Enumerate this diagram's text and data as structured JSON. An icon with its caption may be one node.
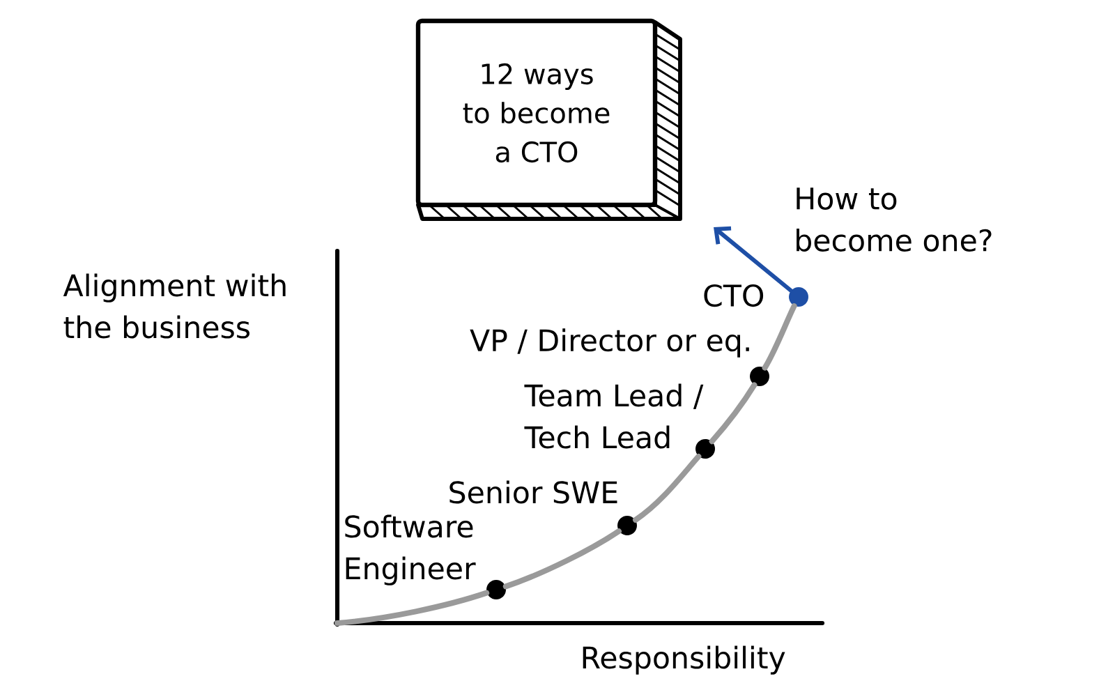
{
  "diagram": {
    "nodes": [
      {
        "text": [
          "12 ways to become a CTO"
        ]
      },
      {
        "text": [],
        "shape": "circle",
        "beside": [
          "CTO"
        ]
      },
      {
        "text": [],
        "shape": "circle",
        "beside": [
          "VP / Director or eq."
        ]
      },
      {
        "text": [],
        "shape": "circle",
        "beside": [
          "Team Lead / Tech Lead"
        ]
      },
      {
        "text": [],
        "shape": "circle",
        "beside": [
          "Senior SWE"
        ]
      },
      {
        "text": [],
        "shape": "circle",
        "beside": [
          "Software Engineer"
        ]
      }
    ],
    "edges": [
      {
        "from": 1,
        "to": null,
        "arrow": "to",
        "label": "How to become one?",
        "color": "#1e4fa6"
      },
      {
        "from": null,
        "to": 5,
        "arrow": "none"
      },
      {
        "from": 5,
        "to": 4,
        "arrow": "none"
      },
      {
        "from": 4,
        "to": 3,
        "arrow": "none"
      },
      {
        "from": 3,
        "to": 2,
        "arrow": "none"
      },
      {
        "from": 2,
        "to": 1,
        "arrow": "none"
      }
    ],
    "labels": [
      "Alignment with the business",
      "Responsibility"
    ]
  }
}
